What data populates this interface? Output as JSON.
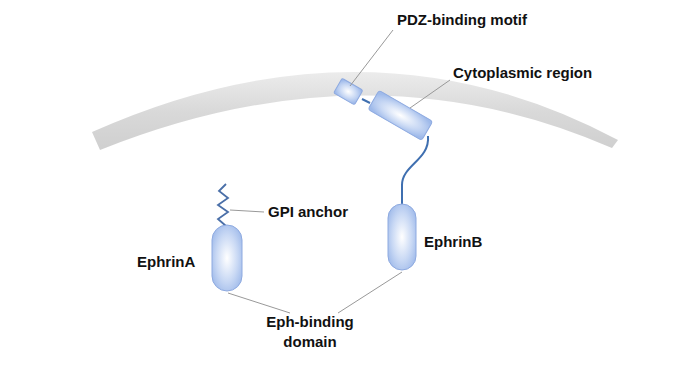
{
  "diagram": {
    "labels": [
      "PDZ-binding motif",
      "Cytoplasmic region",
      "GPI anchor",
      "EphrinA",
      "EphrinB",
      "Eph-binding domain"
    ]
  }
}
